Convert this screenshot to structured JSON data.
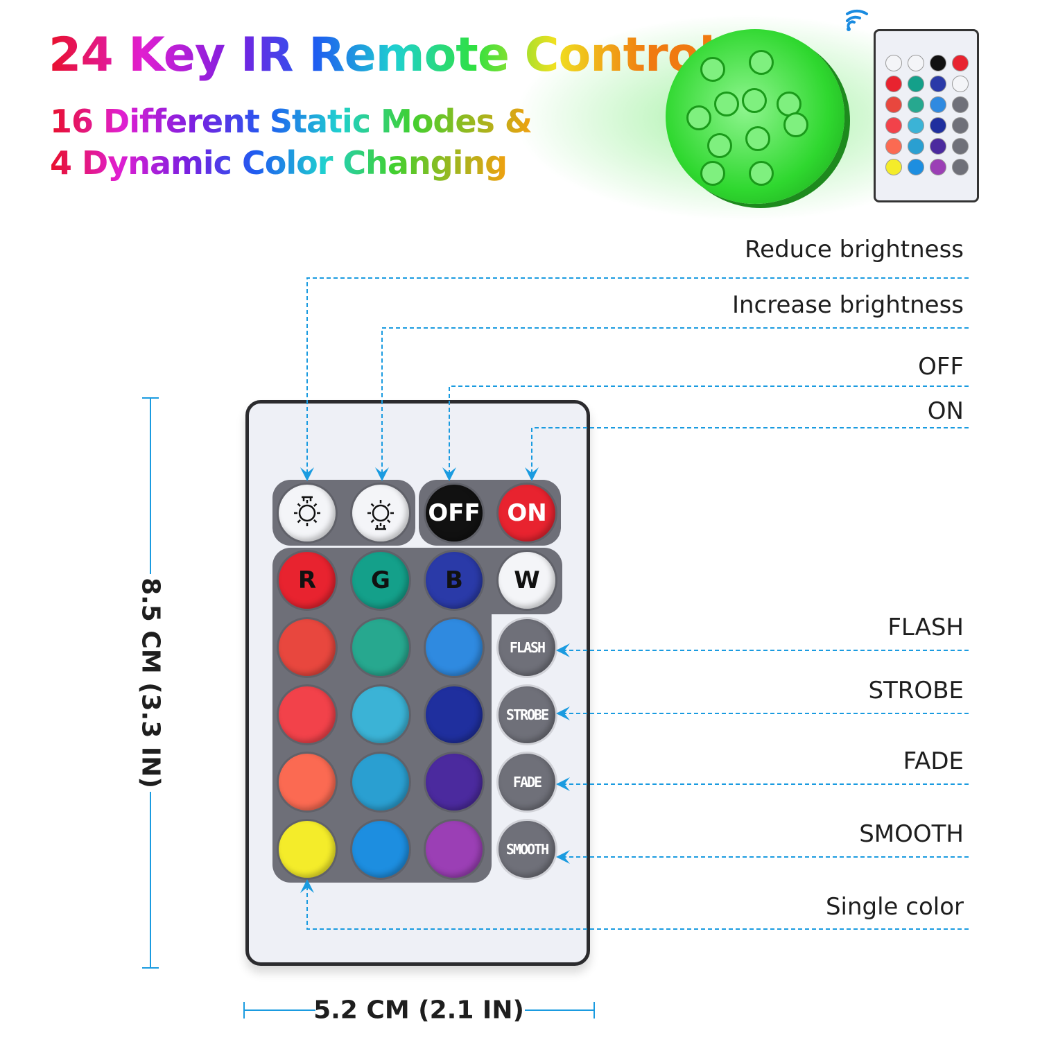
{
  "header": {
    "title": "24 Key IR Remote Control",
    "subtitle_line1": "16 Different Static Modes &",
    "subtitle_line2": "4 Dynamic Color Changing"
  },
  "remote": {
    "top_buttons": [
      {
        "name": "reduce-brightness",
        "label": "",
        "icon": "sun-dim-icon",
        "color": "#f4f5f8"
      },
      {
        "name": "increase-brightness",
        "label": "",
        "icon": "sun-bright-icon",
        "color": "#f4f5f8"
      },
      {
        "name": "off",
        "label": "OFF",
        "color": "#111111"
      },
      {
        "name": "on",
        "label": "ON",
        "color": "#e8232f"
      }
    ],
    "rgbw": [
      {
        "label": "R",
        "color": "#e8232f"
      },
      {
        "label": "G",
        "color": "#14a08a"
      },
      {
        "label": "B",
        "color": "#2a3aa8"
      },
      {
        "label": "W",
        "color": "#f4f5f8"
      }
    ],
    "color_grid": [
      [
        "#e8473e",
        "#27a88f",
        "#2f8ae0"
      ],
      [
        "#f2424a",
        "#3bb3d6",
        "#1f2f9e"
      ],
      [
        "#fb6a52",
        "#2a9fd1",
        "#4b2a9e"
      ],
      [
        "#f4ec2a",
        "#1d8ee0",
        "#9b3fb5"
      ]
    ],
    "mode_buttons": [
      "FLASH",
      "STROBE",
      "FADE",
      "SMOOTH"
    ]
  },
  "annotations": {
    "reduce": "Reduce brightness",
    "increase": "Increase brightness",
    "off": "OFF",
    "on": "ON",
    "flash": "FLASH",
    "strobe": "STROBE",
    "fade": "FADE",
    "smooth": "SMOOTH",
    "single": "Single color"
  },
  "dimensions": {
    "height": "8.5 CM (3.3 IN)",
    "width": "5.2 CM (2.1 IN)"
  },
  "colors": {
    "accent_line": "#1a9be0"
  }
}
